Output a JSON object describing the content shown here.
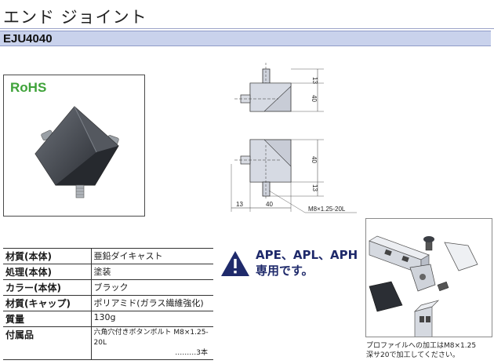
{
  "header": {
    "title": "エンド ジョイント",
    "code": "EJU4040"
  },
  "badge": {
    "rohs": "RoHS"
  },
  "drawing": {
    "top_view": {
      "dim_13": "13",
      "dim_40": "40"
    },
    "bottom_view": {
      "dim_40": "40",
      "dim_13": "13",
      "width_13": "13",
      "width_40": "40",
      "bolt_note": "M8×1.25-20L"
    }
  },
  "spec": {
    "rows": [
      {
        "label": "材質(本体)",
        "value": "亜鉛ダイキャスト"
      },
      {
        "label": "処理(本体)",
        "value": "塗装"
      },
      {
        "label": "カラー(本体)",
        "value": "ブラック"
      },
      {
        "label": "材質(キャップ)",
        "value": "ポリアミド(ガラス繊維強化)"
      },
      {
        "label": "質量",
        "value": "130g"
      },
      {
        "label": "付属品",
        "value": "六角穴付きボタンボルト M8×1.25-20L",
        "qty": "………3本"
      }
    ]
  },
  "warning": {
    "line1": "APE、APL、APH",
    "line2": "専用です。",
    "colors": {
      "triangle": "#1f2a6b",
      "text": "#1f2a6b"
    }
  },
  "inset": {
    "caption_line1": "プロファイルへの加工はM8×1.25",
    "caption_line2": "深サ20で加工してください。"
  }
}
